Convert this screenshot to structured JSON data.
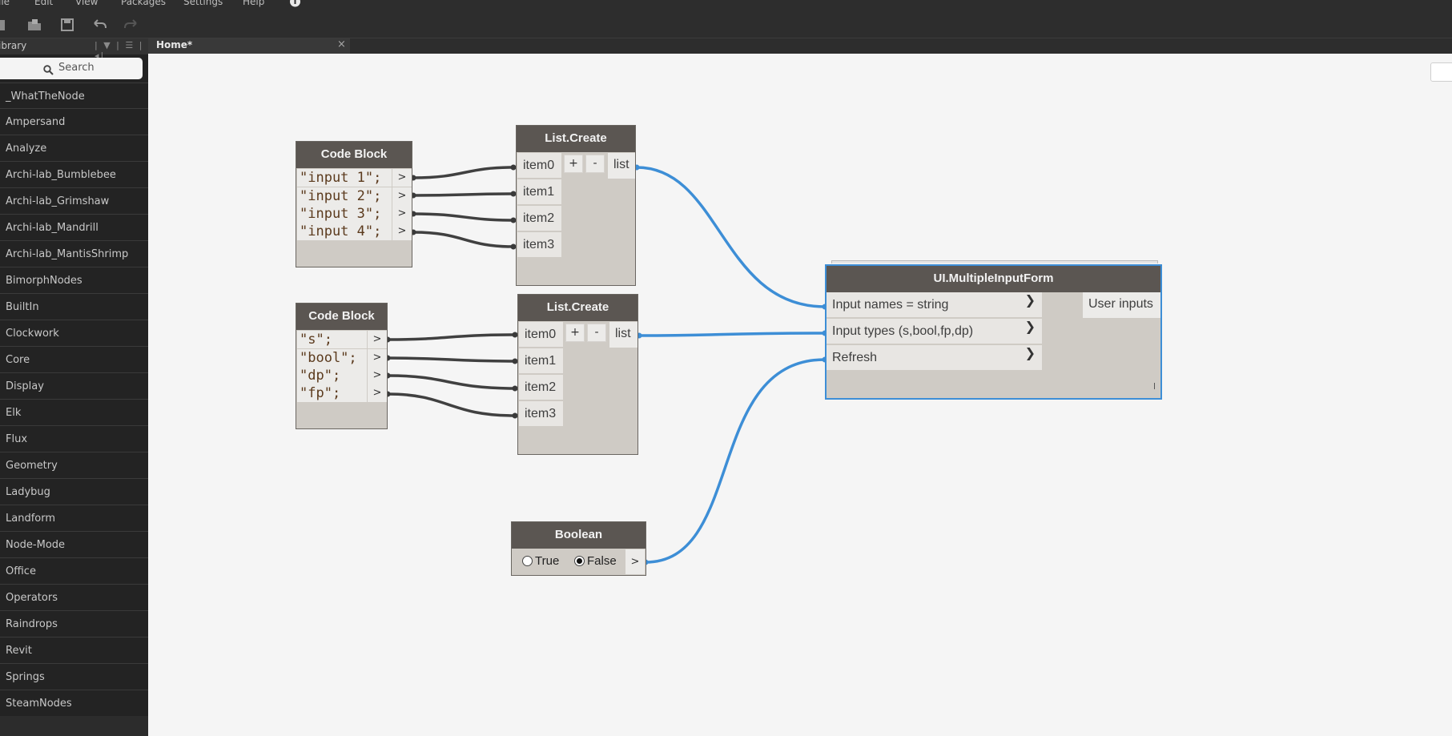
{
  "menu": [
    "ile",
    "Edit",
    "View",
    "Packages",
    "Settings",
    "Help"
  ],
  "library": {
    "title": "ibrary",
    "search_placeholder": "Search",
    "items": [
      "_WhatTheNode",
      "Ampersand",
      "Analyze",
      "Archi-lab_Bumblebee",
      "Archi-lab_Grimshaw",
      "Archi-lab_Mandrill",
      "Archi-lab_MantisShrimp",
      "BimorphNodes",
      "BuiltIn",
      "Clockwork",
      "Core",
      "Display",
      "Elk",
      "Flux",
      "Geometry",
      "Ladybug",
      "Landform",
      "Node-Mode",
      "Office",
      "Operators",
      "Raindrops",
      "Revit",
      "Springs",
      "SteamNodes"
    ]
  },
  "tabs": {
    "home": "Home*",
    "close": "×"
  },
  "nodes": {
    "code_block_1": {
      "title": "Code Block",
      "lines": [
        "\"input 1\";",
        "\"input 2\";",
        "\"input 3\";",
        "\"input 4\";"
      ],
      "out": ">"
    },
    "code_block_2": {
      "title": "Code Block",
      "lines": [
        "\"s\";",
        "\"bool\";",
        "\"dp\";",
        "\"fp\";"
      ],
      "out": ">"
    },
    "list_create_1": {
      "title": "List.Create",
      "inputs": [
        "item0",
        "item1",
        "item2",
        "item3"
      ],
      "plus": "+",
      "minus": "-",
      "output": "list"
    },
    "list_create_2": {
      "title": "List.Create",
      "inputs": [
        "item0",
        "item1",
        "item2",
        "item3"
      ],
      "plus": "+",
      "minus": "-",
      "output": "list"
    },
    "boolean": {
      "title": "Boolean",
      "true_label": "True",
      "false_label": "False",
      "selected": "False",
      "out": ">"
    },
    "ui_form": {
      "title": "UI.MultipleInputForm",
      "inputs": [
        "Input names = string",
        "Input types (s,bool,fp,dp)",
        "Refresh"
      ],
      "output": "User inputs"
    }
  },
  "colors": {
    "wire_selected": "#3d8ed6",
    "wire": "#404040",
    "node_header": "#5b5652",
    "node_body": "#cfcbc5",
    "selection": "#3d8ed6"
  }
}
